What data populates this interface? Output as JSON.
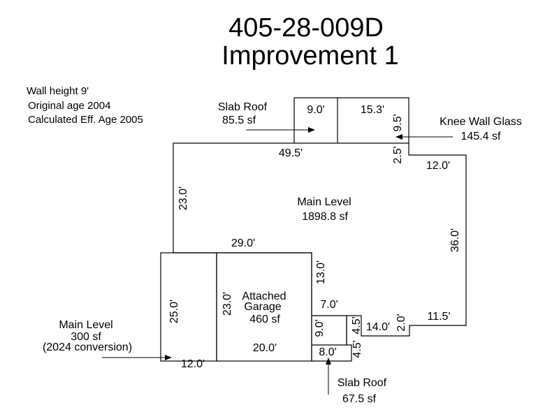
{
  "title": {
    "parcel": "405-28-009D",
    "improvement": "Improvement 1"
  },
  "info": {
    "wall_height": "Wall height 9'",
    "original_age": "Original age 2004",
    "eff_age": "Calculated Eff. Age 2005"
  },
  "areas": {
    "slab_roof_top": {
      "name": "Slab Roof",
      "area": "85.5 sf"
    },
    "knee_wall": {
      "name": "Knee Wall Glass",
      "area": "145.4 sf"
    },
    "main_level": {
      "name": "Main Level",
      "area": "1898.8 sf"
    },
    "garage": {
      "name_line1": "Attached",
      "name_line2": "Garage",
      "area": "460 sf"
    },
    "conversion": {
      "name": "Main Level",
      "area": "300 sf",
      "note": "(2024 conversion)"
    },
    "slab_roof_bottom": {
      "name": "Slab Roof",
      "area": "67.5 sf"
    }
  },
  "dimensions": {
    "top_slab_width": "9.0'",
    "knee_width": "15.3'",
    "knee_height": "9.5'",
    "top_wall": "49.5'",
    "step_small": "2.5'",
    "step_right": "12.0'",
    "left_wall": "23.0'",
    "right_wall": "36.0'",
    "garage_top": "29.0'",
    "garage_right": "13.0'",
    "conv_height": "25.0'",
    "garage_left": "23.0'",
    "notch_top": "7.0'",
    "notch_left": "9.0'",
    "notch_right": "4.5'",
    "step_14": "14.0'",
    "step_2": "2.0'",
    "bottom_right": "11.5'",
    "garage_bottom": "20.0'",
    "notch_bottom": "8.0'",
    "slab_bottom_side": "4.5'",
    "conv_bottom": "12.0'"
  }
}
